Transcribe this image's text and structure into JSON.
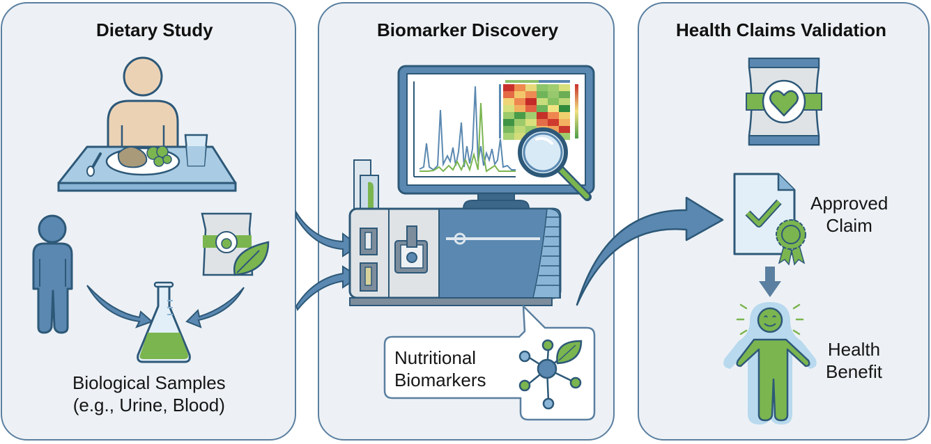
{
  "panels": [
    {
      "title": "Dietary Study",
      "icons": [
        "person-eating-icon",
        "meal-tray-icon",
        "person-icon",
        "food-package-icon",
        "leaf-icon",
        "flask-icon"
      ],
      "caption_line1": "Biological Samples",
      "caption_line2": "(e.g., Urine, Blood)"
    },
    {
      "title": "Biomarker Discovery",
      "icons": [
        "monitor-icon",
        "spectrum-chart-icon",
        "heatmap-icon",
        "magnifier-icon",
        "mass-spectrometer-icon",
        "molecule-icon",
        "leaf-icon"
      ],
      "callout_line1": "Nutritional",
      "callout_line2": "Biomarkers"
    },
    {
      "title": "Health Claims Validation",
      "icons": [
        "food-package-heart-icon",
        "certificate-check-icon",
        "award-ribbon-icon",
        "arrow-down-icon",
        "happy-person-icon"
      ],
      "approved_line1": "Approved",
      "approved_line2": "Claim",
      "benefit_line1": "Health",
      "benefit_line2": "Benefit"
    }
  ],
  "colors": {
    "panel_bg": "#edf1f5",
    "border_blue": "#5a7fa0",
    "dark_blue": "#2d5878",
    "mid_blue": "#5a88b0",
    "light_blue": "#a9cbe3",
    "green": "#7bb54f",
    "skin": "#ecd2b5"
  },
  "heatmap": [
    [
      "#c9302c",
      "#ef8a4e",
      "#e7d97a",
      "#8cc56a",
      "#9fcd70",
      "#d8e07c"
    ],
    [
      "#e56b45",
      "#f2c76a",
      "#ee8a54",
      "#70b45a",
      "#97c86d",
      "#6aad54"
    ],
    [
      "#f0d678",
      "#ee8650",
      "#c42b28",
      "#c7dc7a",
      "#85c061",
      "#bcd778"
    ],
    [
      "#d6e07d",
      "#f1b25e",
      "#e26143",
      "#6db35a",
      "#f0e482",
      "#2f8a3c"
    ],
    [
      "#9ccb6b",
      "#4b9c48",
      "#a2ce70",
      "#c53129",
      "#ef8650",
      "#efd06e"
    ],
    [
      "#3f9345",
      "#9cca6a",
      "#d9e07c",
      "#e26d48",
      "#cf3a2e",
      "#f3b060"
    ],
    [
      "#79b85e",
      "#bfd977",
      "#9ccb6c",
      "#f0b865",
      "#f0a058",
      "#c8352d"
    ],
    [
      "#a8d174",
      "#d3dd7a",
      "#88c062",
      "#e8d580",
      "#cfdf7c",
      "#9ecc6d"
    ]
  ]
}
